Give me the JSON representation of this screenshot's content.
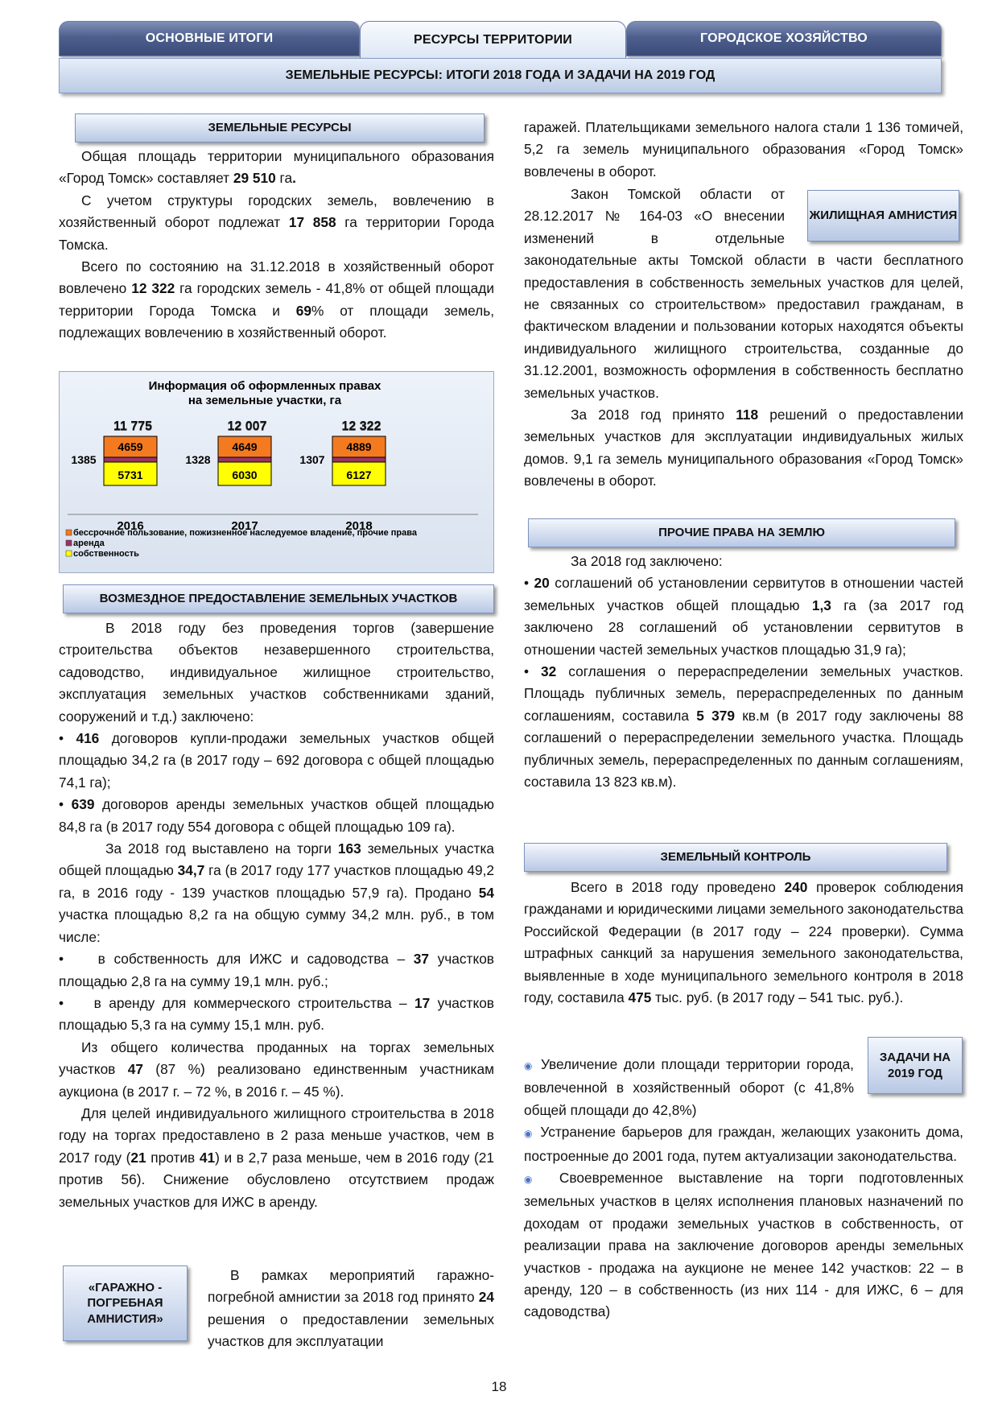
{
  "tabs": [
    {
      "label": "ОСНОВНЫЕ ИТОГИ"
    },
    {
      "label": "РЕСУРСЫ ТЕРРИТОРИИ"
    },
    {
      "label": "ГОРОДСКОЕ ХОЗЯЙСТВО"
    }
  ],
  "page_title": "ЗЕМЕЛЬНЫЕ РЕСУРСЫ: ИТОГИ 2018 ГОДА И ЗАДАЧИ НА 2019 ГОД",
  "sections": {
    "land_resources": {
      "heading": "ЗЕМЕЛЬНЫЕ РЕСУРСЫ",
      "p1": [
        "Общая площадь территории муниципального образования «Город Томск» составляет ",
        "29 510",
        " га",
        "."
      ],
      "p2": [
        "С учетом структуры городских земель, вовлечению в хозяйственный оборот подлежат ",
        "17 858",
        " га территории Города Томска."
      ],
      "p3": [
        "Всего по состоянию на 31.12.2018 в хозяйственный оборот вовлечено ",
        "12 322",
        " га городских земель  - 41,8% от общей площади территории Города Томска и ",
        "69",
        "% от площади земель, подлежащих вовлечению в хозяйственный оборот."
      ]
    },
    "paid_provision": {
      "heading": "ВОЗМЕЗДНОЕ ПРЕДОСТАВЛЕНИЕ ЗЕМЕЛЬНЫХ УЧАСТКОВ",
      "p1": "В 2018 году без проведения торгов (завершение строительства объектов незавершенного строительства, садоводство, индивидуальное жилищное строительство, эксплуатация земельных участков собственниками зданий, сооружений и т.д.) заключено:",
      "b1": [
        "416",
        " договоров купли-продажи земельных участков общей площадью 34,2 га (в 2017 году – 692 договора  с общей площадью 74,1 га);"
      ],
      "b2": [
        "639",
        " договоров аренды земельных участков общей площадью 84,8 га (в 2017 году 554 договора с общей площадью 109 га)."
      ],
      "p2": [
        "За 2018 год выставлено на торги ",
        "163",
        " земельных участка общей площадью ",
        "34,7",
        " га (в 2017 году 177 участков площадью 49,2 га, в 2016 году - 139 участков площадью 57,9 га). Продано ",
        "54",
        " участка площадью 8,2 га на общую сумму 34,2 млн. руб., в том числе:"
      ],
      "b3": [
        "в собственность для ИЖС и садоводства – ",
        "37",
        " участков площадью 2,8 га на сумму 19,1 млн. руб.;"
      ],
      "b4": [
        "в аренду для коммерческого строительства – ",
        "17",
        " участков площадью 5,3 га на сумму 15,1 млн. руб."
      ],
      "p3": [
        "Из общего количества проданных на торгах земельных участков ",
        "47",
        " (87 %) реализовано единственным участникам аукциона (в 2017 г. – 72 %, в 2016 г. – 45 %)."
      ],
      "p4": [
        "Для целей индивидуального жилищного строительства в 2018 году на торгах предоставлено в 2 раза меньше участков, чем в 2017 году (",
        "21",
        " против ",
        "41",
        ") и в 2,7 раза меньше, чем в 2016 году (21 против 56). Снижение обусловлено  отсутствием продаж земельных участков для ИЖС в аренду."
      ]
    },
    "garage_amnesty": {
      "heading": "«ГАРАЖНО - ПОГРЕБНАЯ АМНИСТИЯ»",
      "p1": [
        "В рамках мероприятий гаражно-погребной амнистии за 2018 год принято ",
        "24",
        " решения о предоставлении земельных участков для эксплуатации"
      ],
      "p1_cont": "гаражей. Плательщиками земельного налога стали 1 136 томичей, 5,2 га земель муниципального образования «Город Томск» вовлечены в оборот."
    },
    "housing_amnesty": {
      "heading": "ЖИЛИЩНАЯ АМНИСТИЯ",
      "p1": "Закон Томской области от 28.12.2017 № 164-03   «О внесении изменений в отдельные законодательные акты Томской области в части бесплатного предоставления в собственность земельных участков для целей, не связанных со строительством» предоставил гражданам, в фактическом владении и пользовании которых находятся объекты индивидуального жилищного строительства, созданные до 31.12.2001, возможность оформления в собственность бесплатно земельных участков.",
      "p2": [
        "За 2018 год принято ",
        "118",
        " решений о предоставлении земельных участков для эксплуатации индивидуальных жилых домов. 9,1 га земель муниципального образования «Город Томск» вовлечены в оборот."
      ]
    },
    "other_rights": {
      "heading": "ПРОЧИЕ ПРАВА НА ЗЕМЛЮ",
      "p1": "За 2018 год заключено:",
      "b1": [
        "20",
        " соглашений об установлении сервитутов в отношении частей земельных участков общей площадью ",
        "1,3",
        " га (за 2017 год заключено 28 соглашений об установлении сервитутов в отношении частей земельных участков площадью 31,9 га);"
      ],
      "b2": [
        "32",
        " соглашения о перераспределении земельных участков. Площадь публичных земель, перераспределенных по данным соглашениям, составила ",
        "5 379",
        " кв.м (в 2017 году заключены 88 соглашений о перераспределении земельного участка. Площадь публичных земель, перераспределенных по данным соглашениям, составила 13 823 кв.м)."
      ]
    },
    "land_control": {
      "heading": "ЗЕМЕЛЬНЫЙ КОНТРОЛЬ",
      "p1": [
        "Всего в 2018 году проведено ",
        "240",
        " проверок соблюдения гражданами и юридическими лицами земельного законодательства Российской Федерации (в 2017 году – 224 проверки). Сумма штрафных санкций за нарушения земельного законодательства, выявленные в ходе муниципального земельного контроля в 2018 году, составила ",
        "475",
        " тыс. руб. (в 2017 году – 541 тыс. руб.)."
      ]
    },
    "tasks_2019": {
      "heading": "ЗАДАЧИ НА 2019 ГОД",
      "items": [
        "Увеличение доли площади территории города, вовлеченной в хозяйственный оборот (с 41,8% общей площади до 42,8%)",
        "Устранение барьеров для граждан, желающих узаконить дома, построенные до 2001 года, путем актуализации законодательства.",
        "Своевременное выставление на торги подготовленных земельных участков в целях исполнения плановых назначений по доходам от продажи земельных участков в собственность, от реализации права на заключение договоров аренды земельных участков - продажа на аукционе не менее 142 участков: 22 – в аренду, 120 – в собственность (из них 114 - для ИЖС, 6 – для садоводства)"
      ]
    }
  },
  "chart_data": {
    "type": "bar",
    "stacked": true,
    "title": "Информация об оформленных правах на земельные участки, га",
    "categories": [
      "2016",
      "2017",
      "2018"
    ],
    "totals": [
      "11 775",
      "12 007",
      "12 322"
    ],
    "series": [
      {
        "name": "собственность",
        "values": [
          5731,
          6030,
          6127
        ],
        "color": "#ffff00"
      },
      {
        "name": "аренда",
        "values": [
          1385,
          1328,
          1307
        ],
        "color": "#993366"
      },
      {
        "name": "бессрочное пользование, пожизненное наследуемое владение, прочие права",
        "values": [
          4659,
          4649,
          4889
        ],
        "color": "#f47a20"
      }
    ],
    "legend_position": "bottom-left"
  },
  "page_number": "18"
}
